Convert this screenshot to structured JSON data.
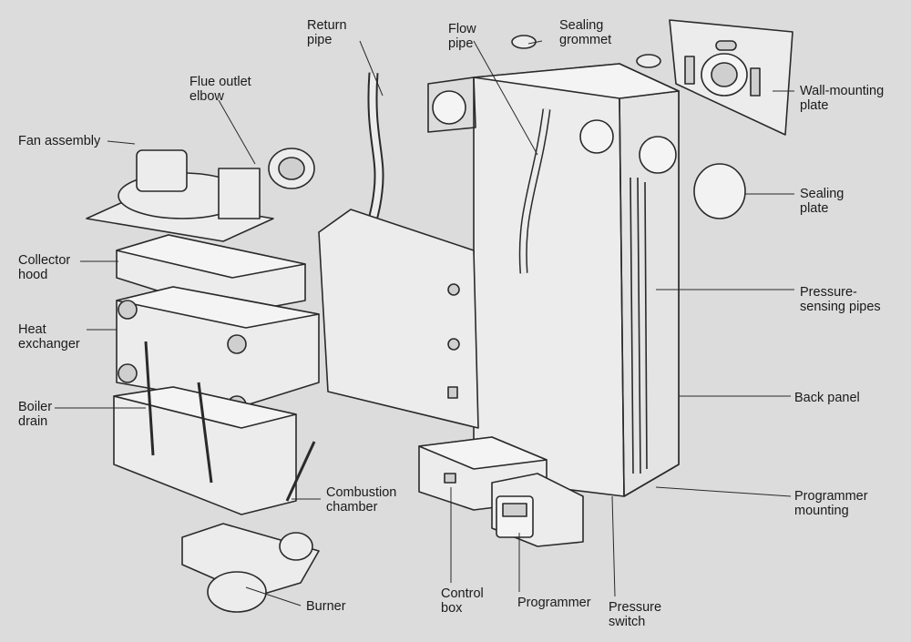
{
  "labels": {
    "return_pipe": [
      "Return",
      "pipe"
    ],
    "flow_pipe": [
      "Flow",
      "pipe"
    ],
    "sealing_grommet": [
      "Sealing",
      "grommet"
    ],
    "flue_outlet_elbow": [
      "Flue outlet",
      "elbow"
    ],
    "fan_assembly": [
      "Fan assembly"
    ],
    "collector_hood": [
      "Collector",
      "hood"
    ],
    "heat_exchanger": [
      "Heat",
      "exchanger"
    ],
    "boiler_drain": [
      "Boiler",
      "drain"
    ],
    "combustion_chamber": [
      "Combustion",
      "chamber"
    ],
    "burner": [
      "Burner"
    ],
    "control_box": [
      "Control",
      "box"
    ],
    "programmer": [
      "Programmer"
    ],
    "pressure_switch": [
      "Pressure",
      "switch"
    ],
    "wall_mounting_plate": [
      "Wall-mounting",
      "plate"
    ],
    "sealing_plate": [
      "Sealing",
      "plate"
    ],
    "pressure_sensing_pipes": [
      "Pressure-",
      "sensing pipes"
    ],
    "back_panel": [
      "Back panel"
    ],
    "programmer_mounting": [
      "Programmer",
      "mounting"
    ]
  },
  "colors": {
    "background": "#dcdcdc",
    "line": "#2a2a2a",
    "part_fill": "#ececec",
    "shadow_fill": "#bdbdbd"
  }
}
